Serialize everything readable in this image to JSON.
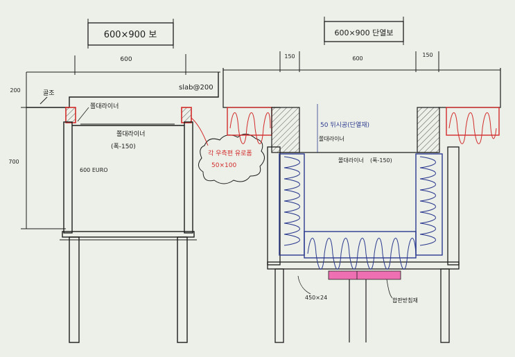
{
  "left_detail": {
    "title": "600×900 보",
    "dim_width": "600",
    "dim_slab_thk": "200",
    "dim_height": "700",
    "slab_note": "slab@200",
    "label_ceiling_side": "골조",
    "label_top_rail": "쫄대라이너",
    "label_batten": "쫄대라이너",
    "label_batten_spacing": "(폭-150)",
    "label_euro": "600 EURO",
    "cloud_note_line1": "각 우측편 유로폼",
    "cloud_note_line2": "50×100"
  },
  "right_detail": {
    "title": "600×900 단열보",
    "dim_side_left": "150",
    "dim_width": "600",
    "dim_side_right": "150",
    "label_insulation": "50 뒤시공(단열재)",
    "label_top_rail": "쫄대라이너",
    "label_batten": "쫄대라이너",
    "label_batten_spacing": "(폭-150)",
    "label_bottom_plate": "450×24",
    "label_pink_block": "합판받침재"
  },
  "colors": {
    "paper": "#edf0e9",
    "ink": "#1c1c1c",
    "red_ink": "#d22b2b",
    "blue_ink": "#2b3a8f",
    "highlight_pink": "#ef6fb3",
    "hatch": "#555555"
  }
}
